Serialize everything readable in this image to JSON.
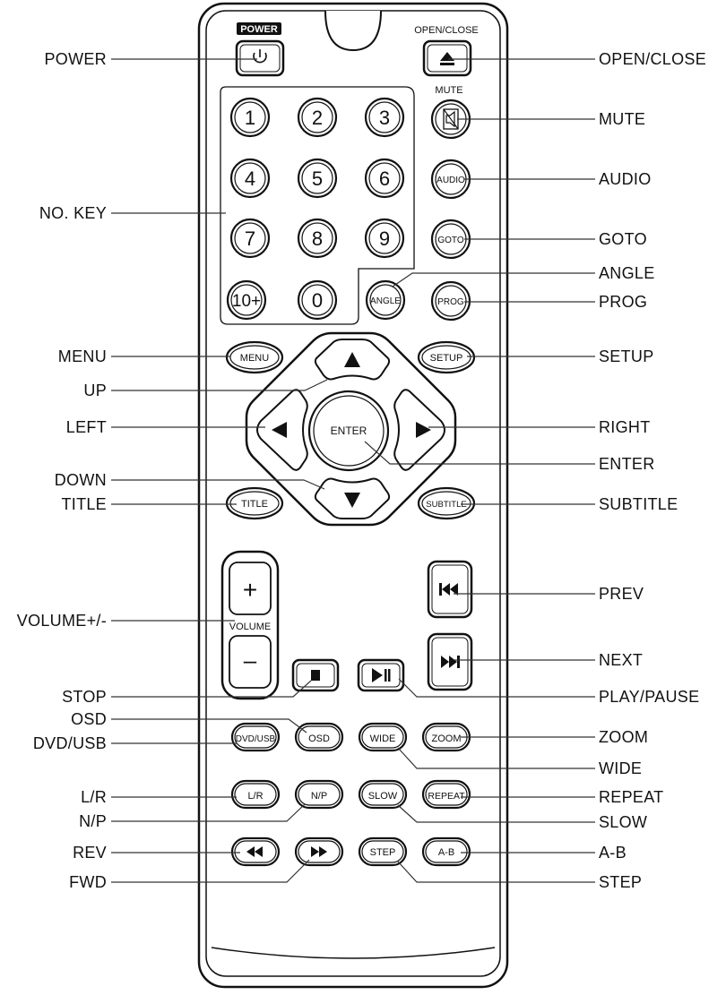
{
  "remote": {
    "power_caption": "POWER",
    "open_close_caption": "OPEN/CLOSE",
    "mute_caption": "MUTE",
    "volume_caption": "VOLUME",
    "number_keys": [
      "1",
      "2",
      "3",
      "4",
      "5",
      "6",
      "7",
      "8",
      "9",
      "10+",
      "0"
    ],
    "keys": {
      "audio": "AUDIO",
      "goto": "GOTO",
      "angle": "ANGLE",
      "prog": "PROG",
      "menu": "MENU",
      "setup": "SETUP",
      "enter": "ENTER",
      "title": "TITLE",
      "subtitle": "SUBTITLE",
      "volume_up": "+",
      "volume_down": "–",
      "dvd_usb": "DVD/USB",
      "osd": "OSD",
      "wide": "WIDE",
      "zoom": "ZOOM",
      "lr": "L/R",
      "np": "N/P",
      "slow": "SLOW",
      "repeat": "REPEAT",
      "step": "STEP",
      "ab": "A-B"
    }
  },
  "callouts": {
    "left": [
      "POWER",
      "NO. KEY",
      "MENU",
      "UP",
      "LEFT",
      "DOWN",
      "TITLE",
      "VOLUME+/-",
      "STOP",
      "OSD",
      "DVD/USB",
      "L/R",
      "N/P",
      "REV",
      "FWD"
    ],
    "right": [
      "OPEN/CLOSE",
      "MUTE",
      "AUDIO",
      "GOTO",
      "ANGLE",
      "PROG",
      "SETUP",
      "RIGHT",
      "ENTER",
      "SUBTITLE",
      "PREV",
      "NEXT",
      "PLAY/PAUSE",
      "ZOOM",
      "WIDE",
      "REPEAT",
      "SLOW",
      "A-B",
      "STEP"
    ]
  }
}
